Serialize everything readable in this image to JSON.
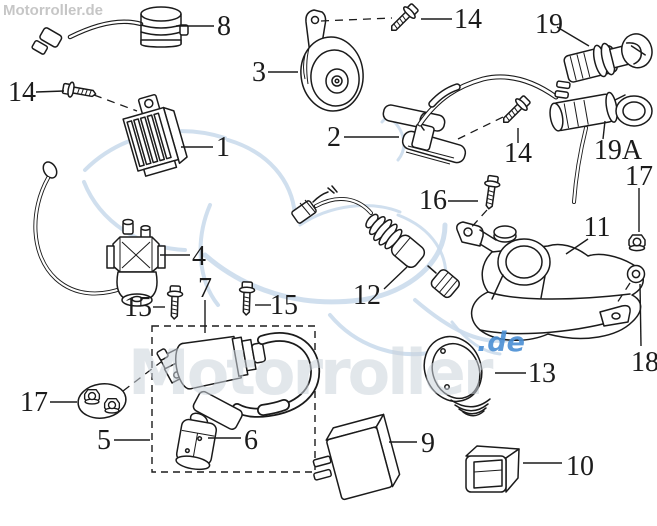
{
  "page": {
    "background_color": "#ffffff"
  },
  "watermark": {
    "corner_text": "Motorroller.de",
    "big_text": "Motorroller",
    "suffix_text": ".de",
    "colors": {
      "corner": "#c6c6c6",
      "big": "#ccd4dc",
      "blue": "#4a8fd4",
      "art": "#cbdcec"
    }
  },
  "diagram": {
    "line_color": "#1b1b1b",
    "labels": {
      "l8": "8",
      "l14a": "14",
      "l1": "1",
      "l3": "3",
      "l14b": "14",
      "l19": "19",
      "l2": "2",
      "l14c": "14",
      "l19a": "19A",
      "l17r": "17",
      "l16": "16",
      "l11": "11",
      "l4": "4",
      "l12": "12",
      "l7": "7",
      "l15a": "15",
      "l15b": "15",
      "l17l": "17",
      "l5": "5",
      "l6": "6",
      "l13": "13",
      "l18": "18",
      "l9": "9",
      "l10": "10"
    }
  }
}
